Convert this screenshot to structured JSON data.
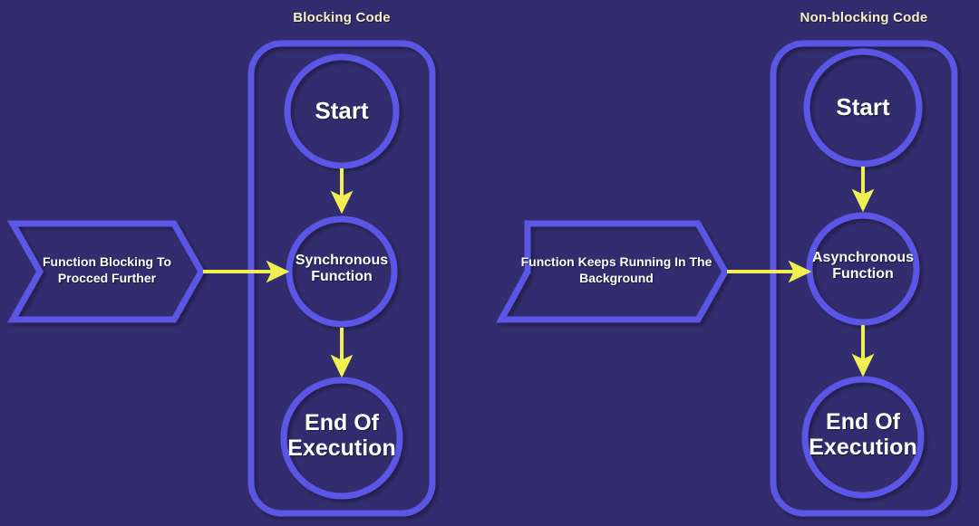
{
  "background_color": "#322d6e",
  "stroke_color": "#5c56e6",
  "arrow_color": "#f2ef52",
  "title_color": "#f6f1c9",
  "label_color": "#ffffff",
  "columns": [
    {
      "id": "blocking",
      "title": "Blocking Code",
      "banner": "Function Blocking To Procced Further",
      "banner_lines": [
        "Function Blocking To",
        "Procced Further"
      ],
      "nodes": [
        {
          "id": "start",
          "label": "Start",
          "lines": [
            "Start"
          ]
        },
        {
          "id": "sync",
          "label": "Synchronous Function",
          "lines": [
            "Synchronous",
            "Function"
          ]
        },
        {
          "id": "end",
          "label": "End Of Execution",
          "lines": [
            "End Of",
            "Execution"
          ]
        }
      ]
    },
    {
      "id": "non-blocking",
      "title": "Non-blocking Code",
      "banner": "Function Keeps Running In The Background",
      "banner_lines": [
        "Function Keeps Running In The",
        "Background"
      ],
      "nodes": [
        {
          "id": "start",
          "label": "Start",
          "lines": [
            "Start"
          ]
        },
        {
          "id": "async",
          "label": "Asynchronous Function",
          "lines": [
            "Asynchronous",
            "Function"
          ]
        },
        {
          "id": "end",
          "label": "End Of Execution",
          "lines": [
            "End Of",
            "Execution"
          ]
        }
      ]
    }
  ]
}
